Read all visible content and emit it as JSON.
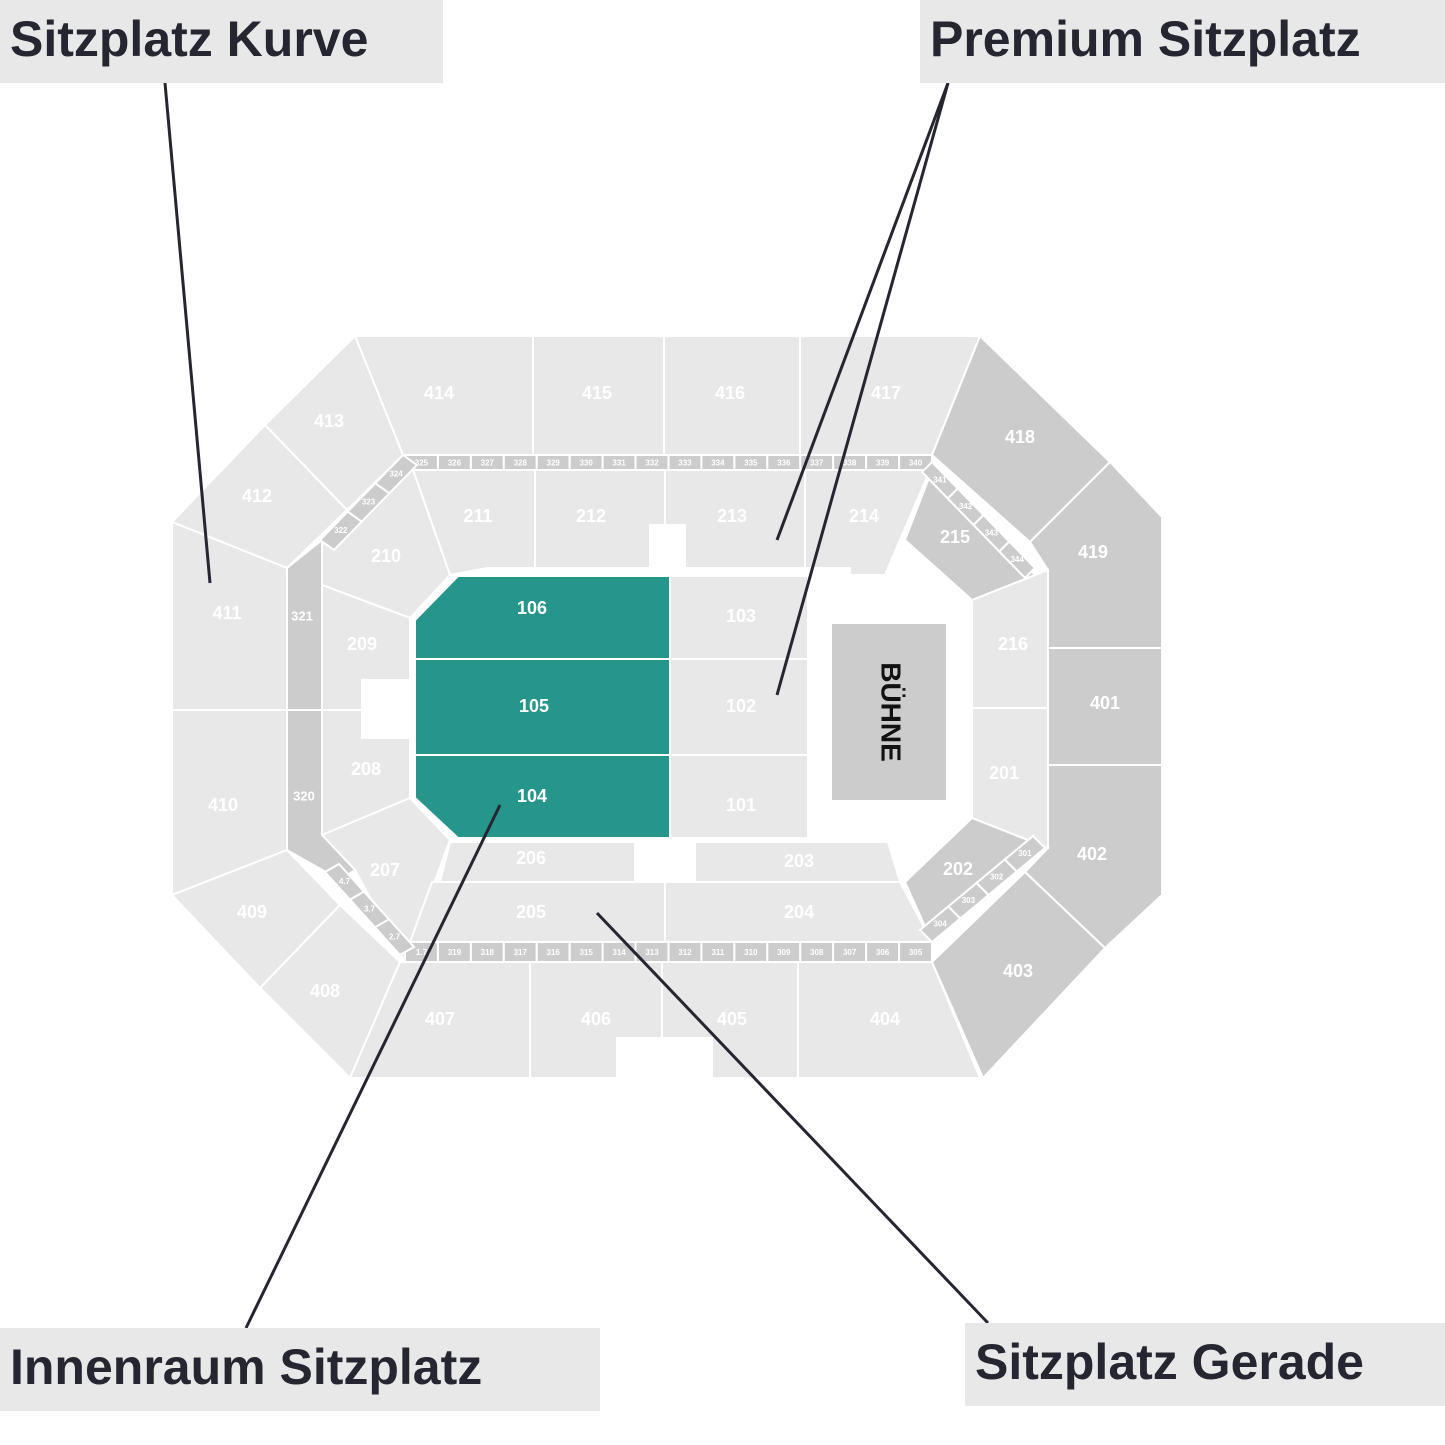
{
  "callouts": {
    "kurve": "Sitzplatz Kurve",
    "premium": "Premium Sitzplatz",
    "innenraum": "Innenraum Sitzplatz",
    "gerade": "Sitzplatz Gerade"
  },
  "stage": "BÜHNE",
  "colors": {
    "light": "#e8e8e8",
    "dark": "#cccccc",
    "selected": "#26958a",
    "text": "#262630"
  },
  "sections": {
    "s414": "414",
    "s415": "415",
    "s416": "416",
    "s417": "417",
    "s413": "413",
    "s412": "412",
    "s411": "411",
    "s410": "410",
    "s409": "409",
    "s408": "408",
    "s407": "407",
    "s406": "406",
    "s405": "405",
    "s404": "404",
    "s418": "418",
    "s419": "419",
    "s401": "401",
    "s402": "402",
    "s403": "403",
    "s211": "211",
    "s212": "212",
    "s213": "213",
    "s214": "214",
    "s210": "210",
    "s209": "209",
    "s208": "208",
    "s207": "207",
    "s206": "206",
    "s205": "205",
    "s204": "204",
    "s203": "203",
    "s215": "215",
    "s216": "216",
    "s201": "201",
    "s202": "202",
    "s106": "106",
    "s105": "105",
    "s104": "104",
    "s103": "103",
    "s102": "102",
    "s101": "101",
    "s321": "321",
    "s320": "320"
  },
  "top_row": [
    "325",
    "326",
    "327",
    "328",
    "329",
    "330",
    "331",
    "332",
    "333",
    "334",
    "335",
    "336",
    "337",
    "338",
    "339",
    "340"
  ],
  "bottom_row": [
    "1.7",
    "319",
    "318",
    "317",
    "316",
    "315",
    "314",
    "313",
    "312",
    "311",
    "310",
    "309",
    "308",
    "307",
    "306",
    "305"
  ],
  "left_top_diag": [
    "324",
    "323",
    "322"
  ],
  "left_bottom_diag": [
    "4.7",
    "3.7",
    "2.7"
  ],
  "right_top_diag": [
    "341",
    "342",
    "343",
    "344"
  ],
  "right_bottom_diag": [
    "301",
    "302",
    "303",
    "304"
  ]
}
